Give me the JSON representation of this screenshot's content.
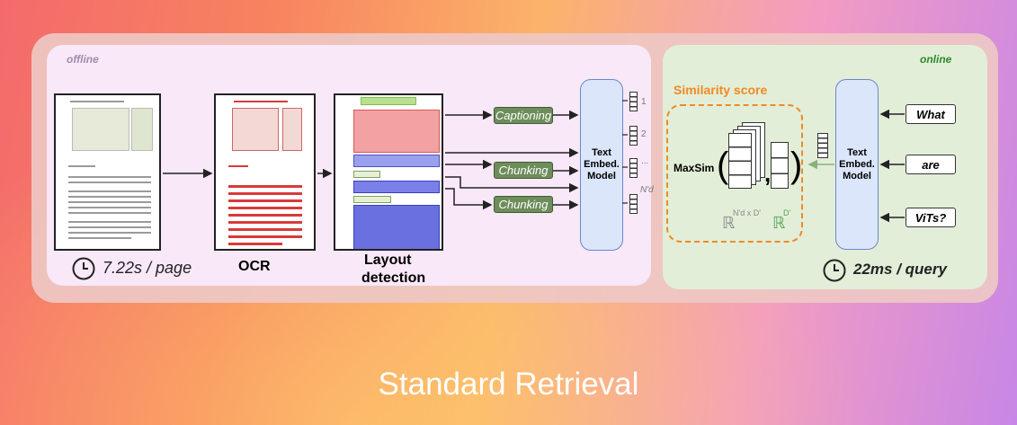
{
  "offline_label": "offline",
  "online_label": "online",
  "steps": {
    "ocr": "OCR",
    "layout_line1": "Layout",
    "layout_line2": "detection"
  },
  "ops": {
    "captioning": "Captioning",
    "chunking1": "Chunking",
    "chunking2": "Chunking"
  },
  "model_offline": {
    "line1": "Text",
    "line2": "Embed.",
    "line3": "Model"
  },
  "model_online": {
    "line1": "Text",
    "line2": "Embed.",
    "line3": "Model"
  },
  "vector_labels": {
    "v1": "1",
    "v2": "2",
    "v3": "...",
    "v4": "N'd"
  },
  "similarity": {
    "title": "Similarity score",
    "maxsim": "MaxSim",
    "paren_open": "(",
    "paren_close": ")",
    "comma": ",",
    "space1": "ℝ",
    "space1_sup": "N'd x D'",
    "space2": "ℝ",
    "space2_sup": "D'"
  },
  "query_words": [
    "What",
    "are",
    "ViTs?"
  ],
  "timing": {
    "offline": "7.22s / page",
    "online": "22ms / query"
  },
  "title": "Standard Retrieval",
  "colors": {
    "offline_bg": "#f8e8f8",
    "online_bg": "#e2eed8",
    "accent_orange": "#f08a24",
    "op_green": "#6d8d5b",
    "model_blue": "#dbe6fb"
  }
}
